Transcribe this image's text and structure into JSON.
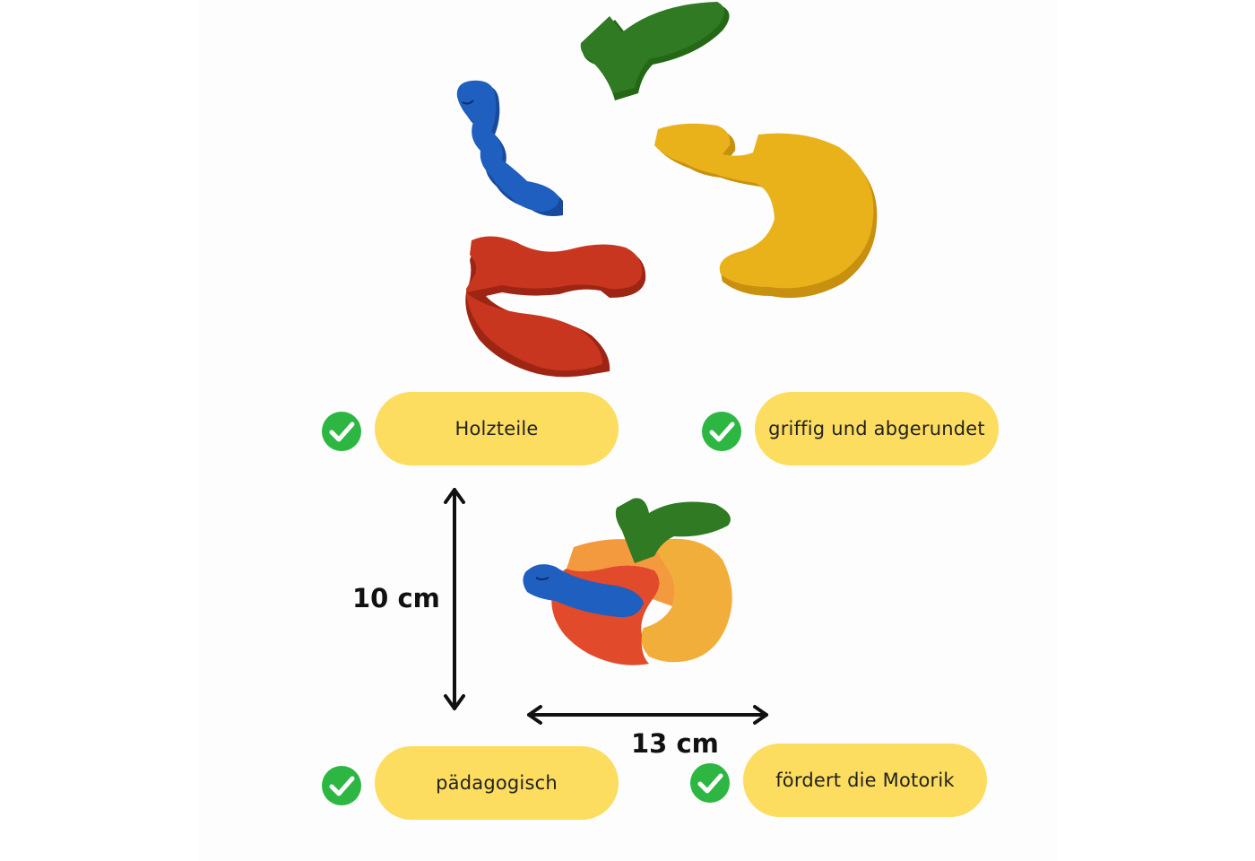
{
  "features": [
    {
      "label": "Holzteile"
    },
    {
      "label": "griffig und abgerundet"
    },
    {
      "label": "pädagogisch"
    },
    {
      "label": "fördert die Motorik"
    }
  ],
  "dimensions": {
    "height_label": "10 cm",
    "width_label": "13 cm"
  },
  "icons": {
    "feature_check": "check-circle-icon"
  },
  "colors": {
    "pill": "#fcdd5f",
    "check": "#2db742",
    "piece_green": "#2f7a22",
    "piece_blue": "#1f5fc0",
    "piece_yellow": "#e9b21b",
    "piece_red": "#c8361f"
  }
}
